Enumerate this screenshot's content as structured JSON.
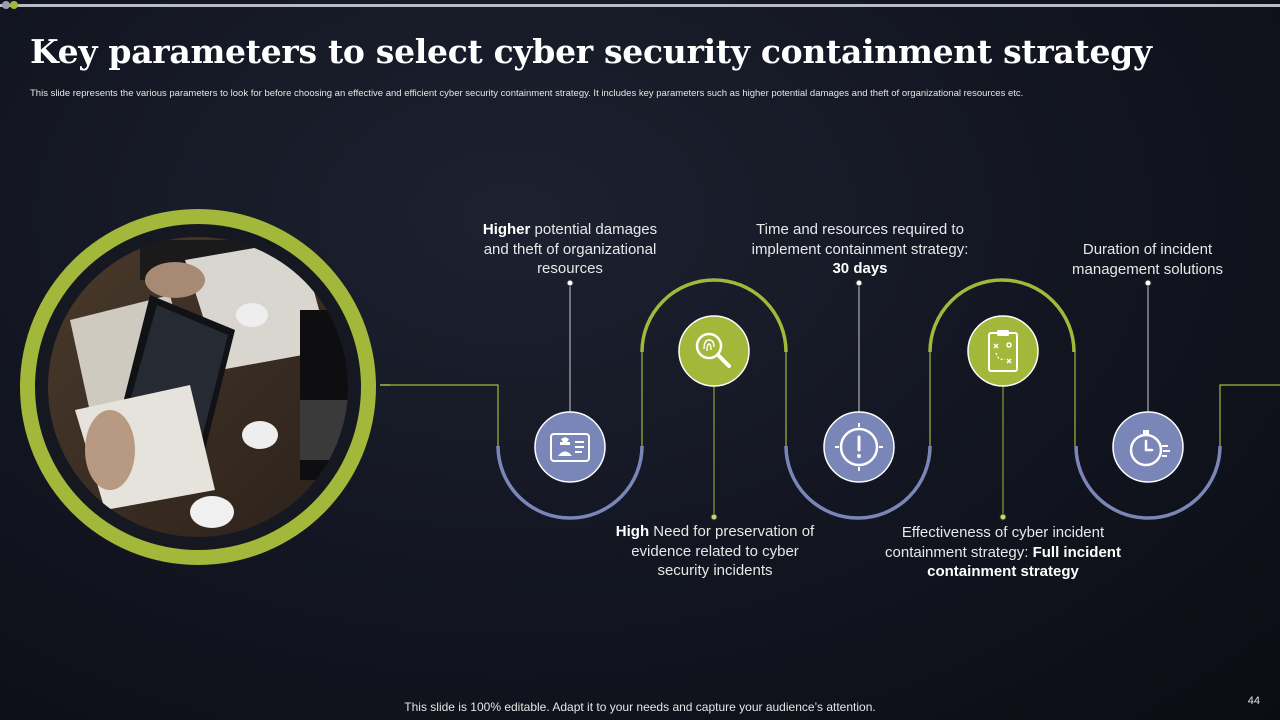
{
  "title": "Key parameters to select cyber security containment strategy",
  "subtitle": "This slide represents the various parameters to look  for before choosing an effective and efficient cyber security containment strategy. It includes key parameters such as higher potential damages and theft of organizational resources etc.",
  "parameters": [
    {
      "bold": "Higher",
      "text": " potential damages and theft  of organizational resources",
      "icon": "hacker-id-card-icon"
    },
    {
      "bold": "High",
      "text": " Need for preservation of evidence related to cyber security  incidents",
      "icon": "fingerprint-magnifier-icon"
    },
    {
      "text": "Time and resources required to implement containment strategy:  ",
      "bold_suffix": "30 days",
      "icon": "alert-icon"
    },
    {
      "text": "Effectiveness of cyber incident containment strategy:  ",
      "bold_suffix": "Full incident containment strategy",
      "icon": "strategy-clipboard-icon"
    },
    {
      "text": "Duration of incident management solutions",
      "icon": "stopwatch-icon"
    }
  ],
  "footer": "This slide is 100% editable. Adapt it to your needs and capture your audience’s attention.",
  "page_number": "44",
  "colors": {
    "accent_green": "#a3b83a",
    "accent_blue": "#7a86b8",
    "background": "#12151f"
  }
}
